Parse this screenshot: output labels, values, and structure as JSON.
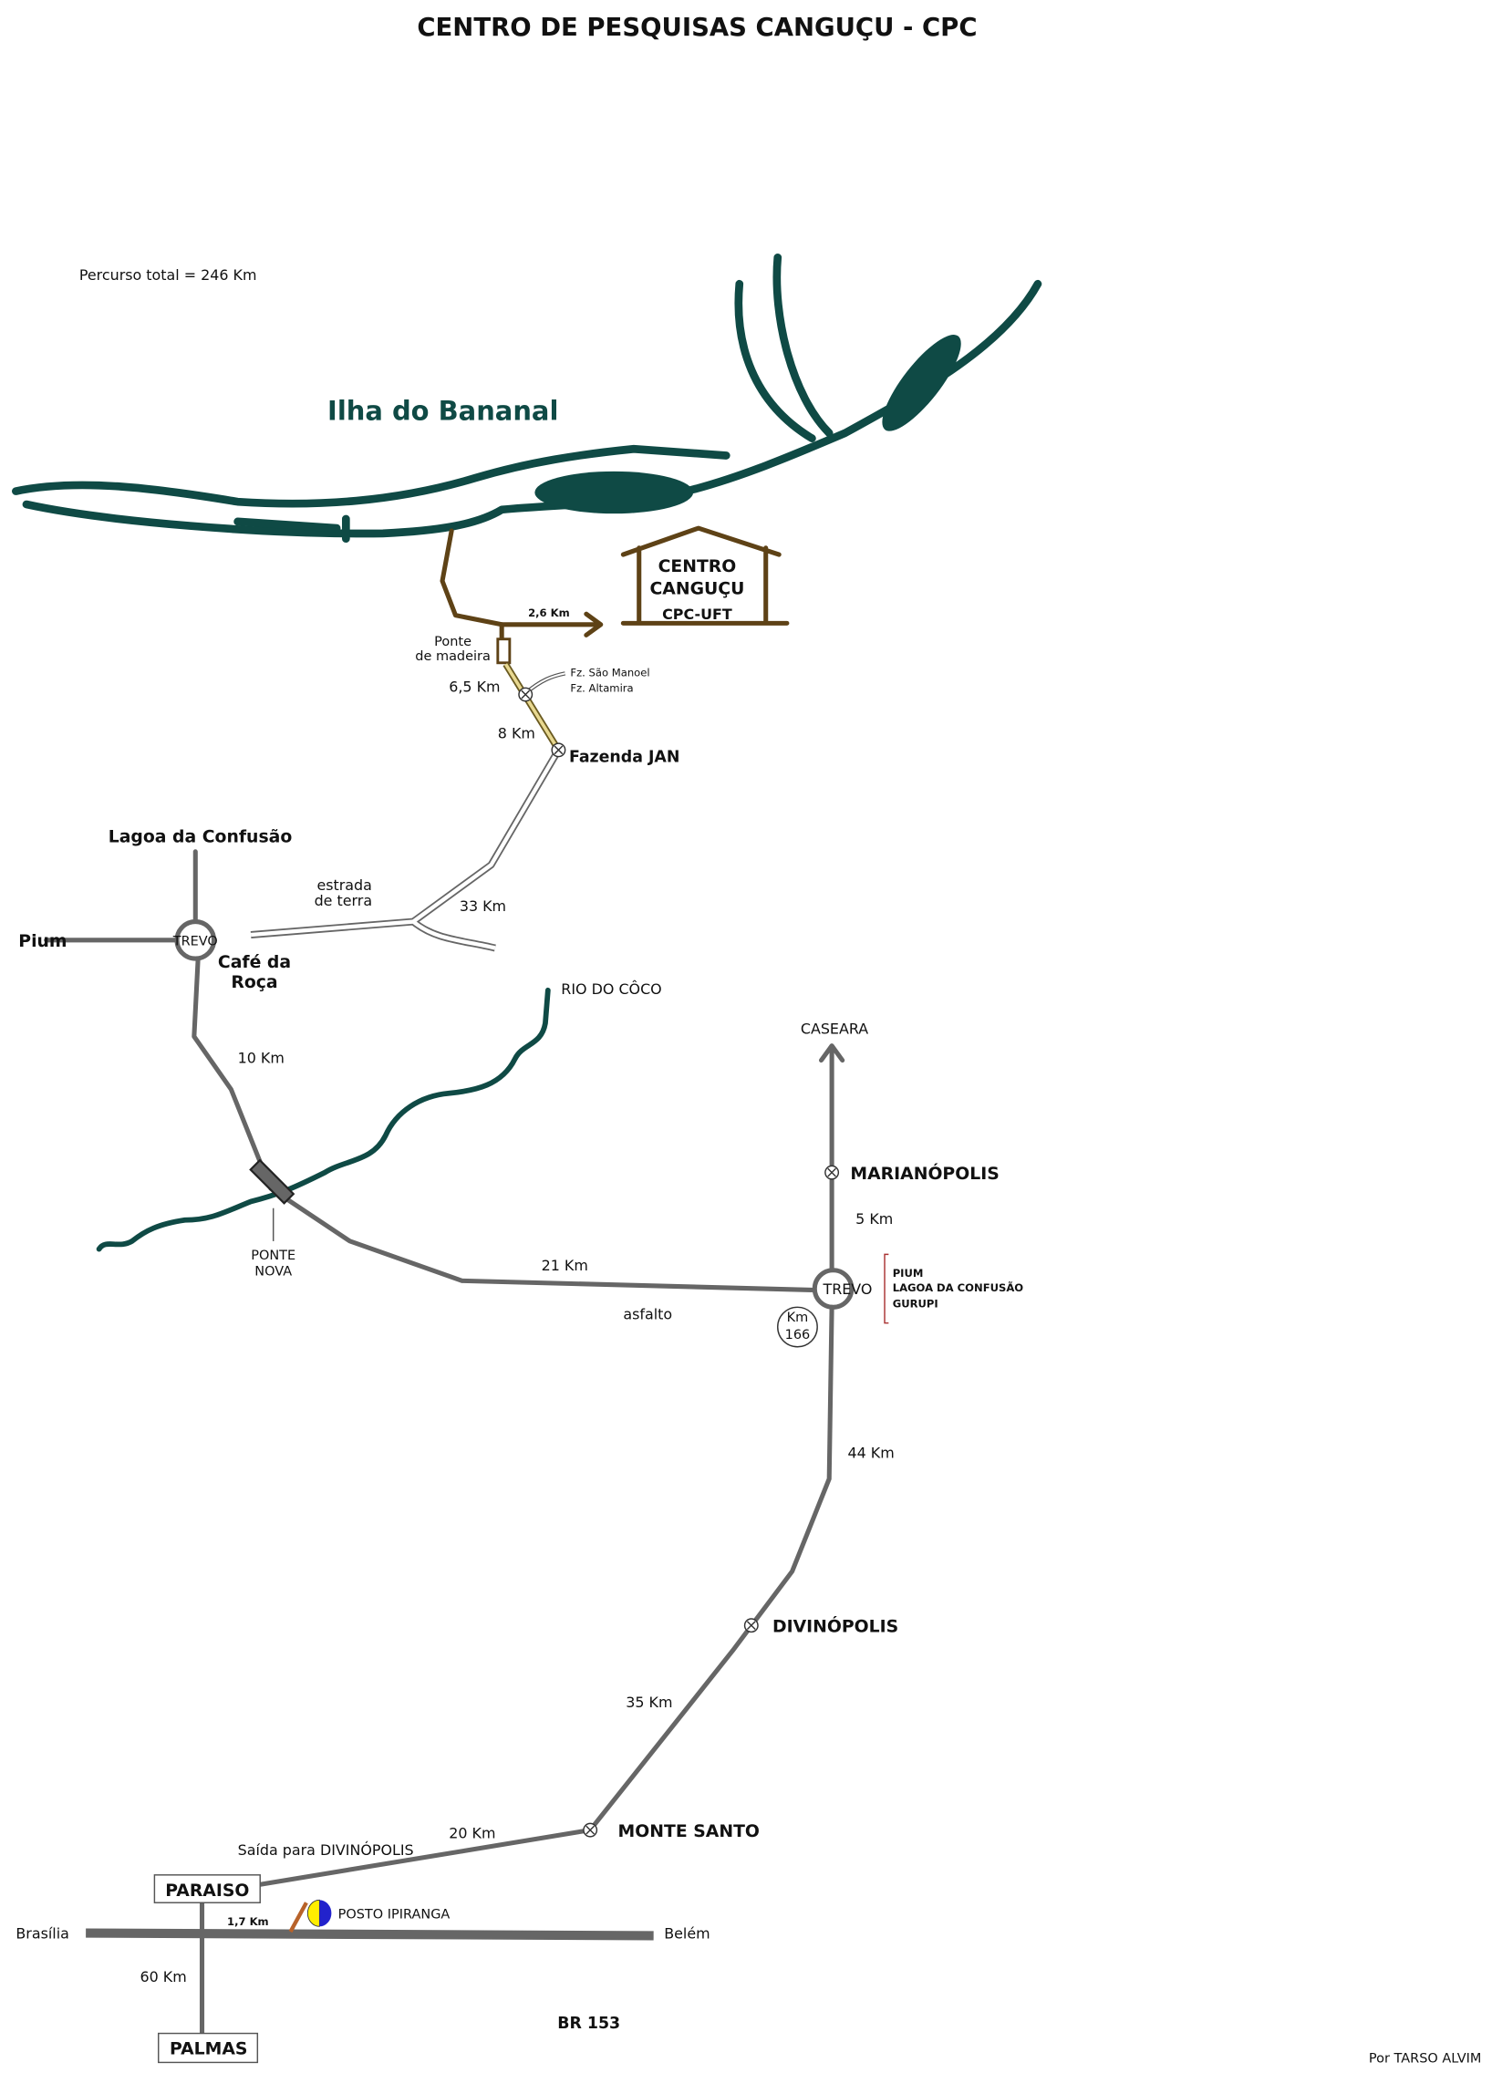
{
  "title": "CENTRO DE PESQUISAS CANGUÇU - CPC",
  "total_route": "Percurso total = 246 Km",
  "region": "Ilha do Bananal",
  "destination": {
    "line1": "CENTRO",
    "line2": "CANGUÇU",
    "line3": "CPC-UFT"
  },
  "distances": {
    "to_center": "2,6 Km",
    "d6_5": "6,5 Km",
    "d8": "8 Km",
    "d33": "33 Km",
    "d10": "10 Km",
    "d21": "21 Km",
    "d5": "5 Km",
    "d44": "44 Km",
    "d35": "35 Km",
    "d20": "20 Km",
    "d1_7": "1,7 Km",
    "d60": "60 Km"
  },
  "labels": {
    "ponte_madeira_1": "Ponte",
    "ponte_madeira_2": "de madeira",
    "fz1": "Fz. São Manoel",
    "fz2": "Fz. Altamira",
    "fazenda_jan": "Fazenda JAN",
    "lagoa": "Lagoa da Confusão",
    "pium": "Pium",
    "trevo1": "TREVO",
    "cafe1": "Café da",
    "cafe2": "Roça",
    "estrada1": "estrada",
    "estrada2": "de terra",
    "rio_coco": "RIO DO CÔCO",
    "ponte_nova1": "PONTE",
    "ponte_nova2": "NOVA",
    "asfalto": "asfalto",
    "caseara": "CASEARA",
    "marianopolis": "MARIANÓPOLIS",
    "trevo2": "TREVO",
    "km1": "Km",
    "km2": "166",
    "dir1": "PIUM",
    "dir2": "LAGOA DA CONFUSÃO",
    "dir3": "GURUPI",
    "divinopolis": "DIVINÓPOLIS",
    "monte_santo": "MONTE SANTO",
    "saida": "Saída para DIVINÓPOLIS",
    "paraiso": "PARAISO",
    "posto": "POSTO IPIRANGA",
    "brasilia": "Brasília",
    "belem": "Belém",
    "palmas": "PALMAS",
    "br153": "BR 153"
  },
  "credit": "Por TARSO ALVIM",
  "colors": {
    "river": "#0f4a45",
    "road": "#666666",
    "dirt_road": "#5e4216",
    "posto_yellow": "#ffee00",
    "posto_blue": "#2222cc"
  }
}
